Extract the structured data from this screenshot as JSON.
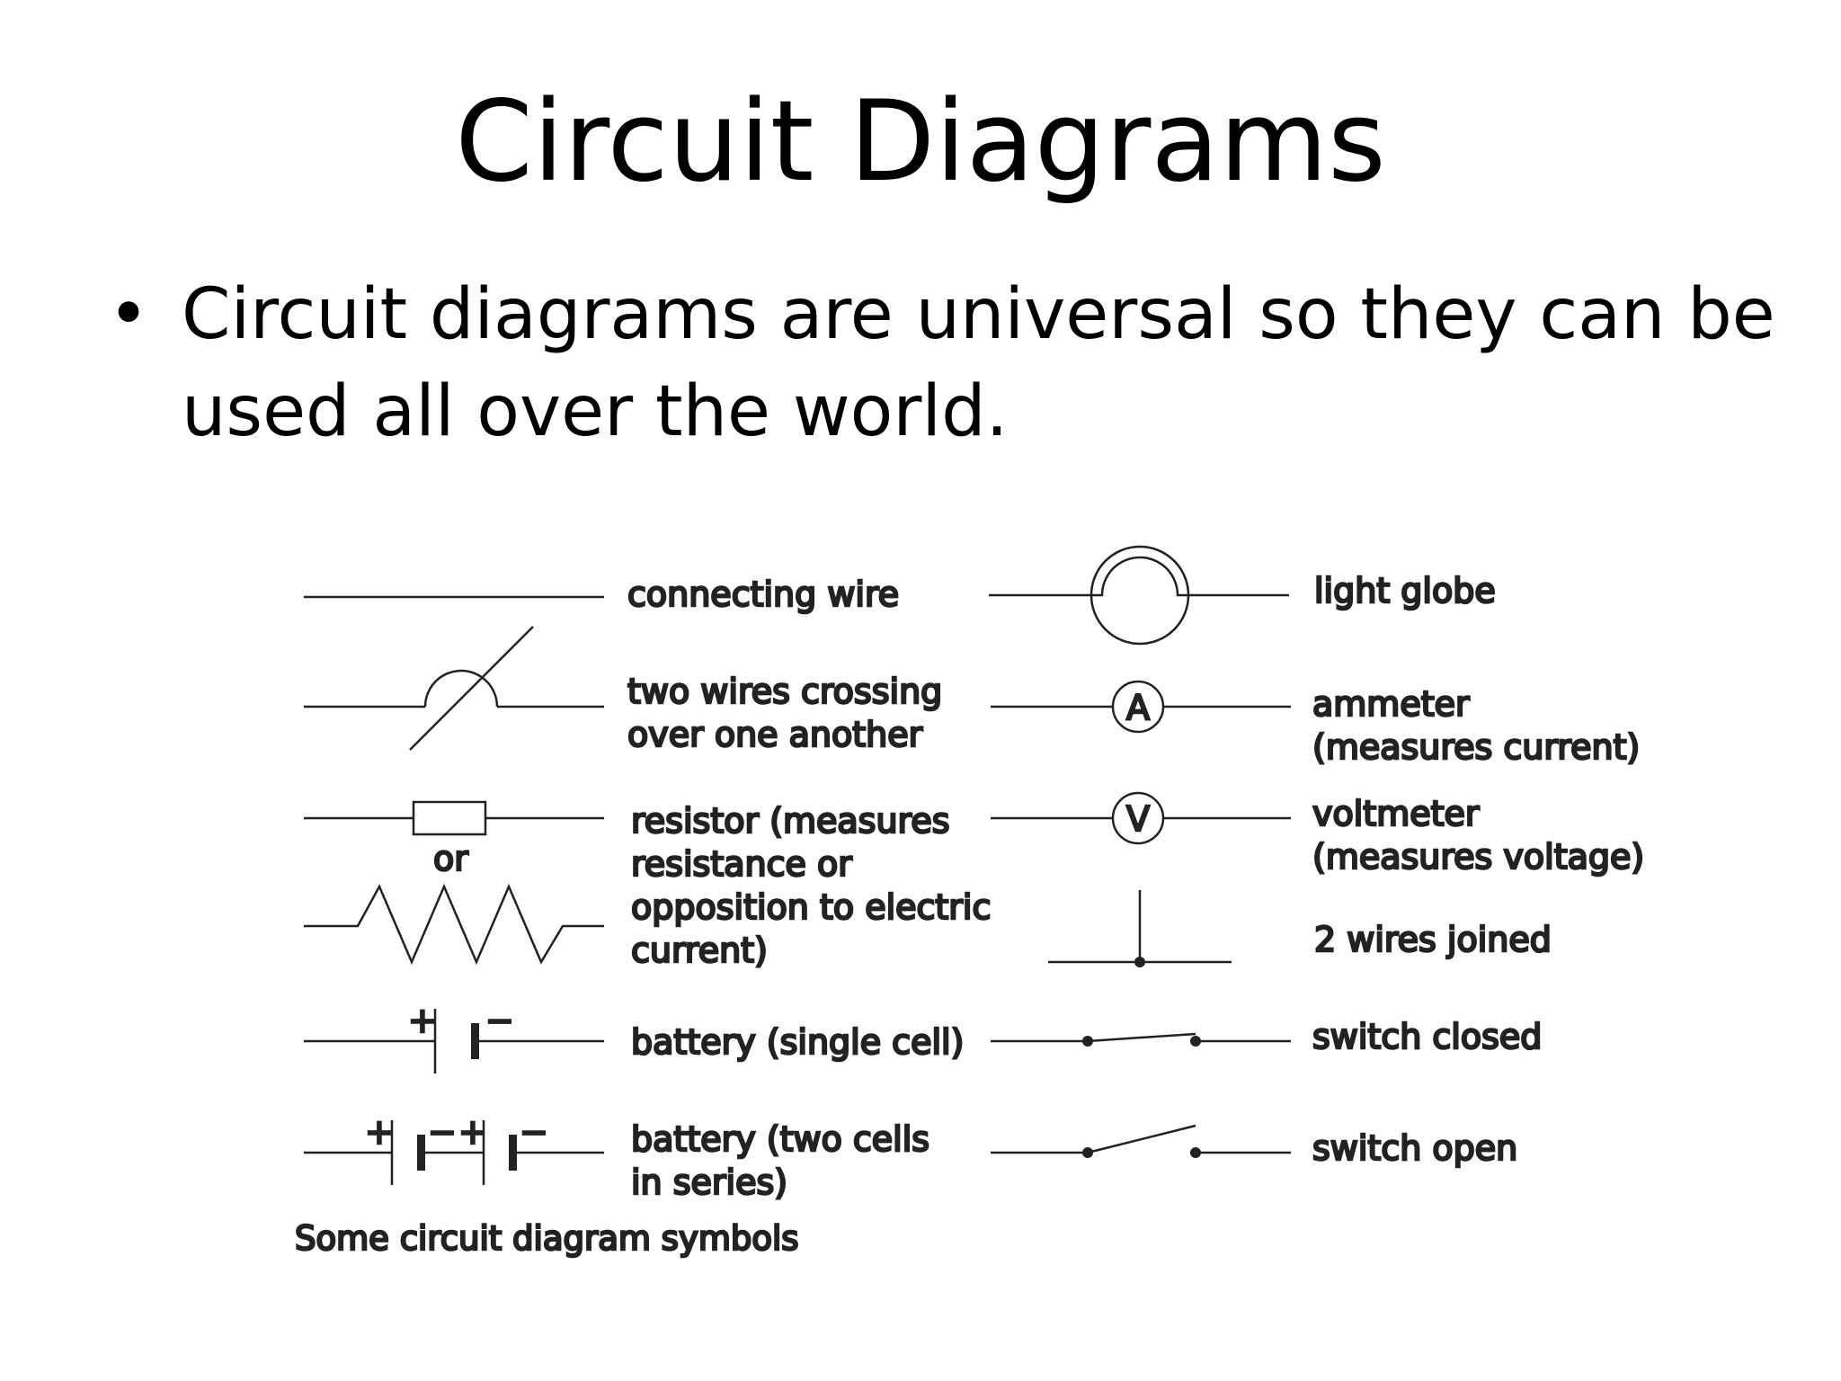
{
  "slide": {
    "title": "Circuit Diagrams",
    "bullet_symbol": "•",
    "bullet": "Circuit diagrams are universal so they can be used all over the world."
  },
  "symbols": {
    "connecting_wire": "connecting wire",
    "wires_crossing": [
      "two wires crossing",
      "over one another"
    ],
    "resistor_or": "or",
    "resistor": [
      "resistor (measures",
      "resistance or",
      "opposition to electric",
      "current)"
    ],
    "battery_single": "battery (single cell)",
    "battery_series": [
      "battery (two cells",
      "in series)"
    ],
    "light_globe": "light globe",
    "ammeter": [
      "ammeter",
      "(measures current)"
    ],
    "ammeter_letter": "A",
    "voltmeter": [
      "voltmeter",
      "(measures voltage)"
    ],
    "voltmeter_letter": "V",
    "wires_joined": "2 wires joined",
    "switch_closed": "switch closed",
    "switch_open": "switch open",
    "plus": "+",
    "minus": "−",
    "caption": "Some circuit diagram symbols"
  }
}
